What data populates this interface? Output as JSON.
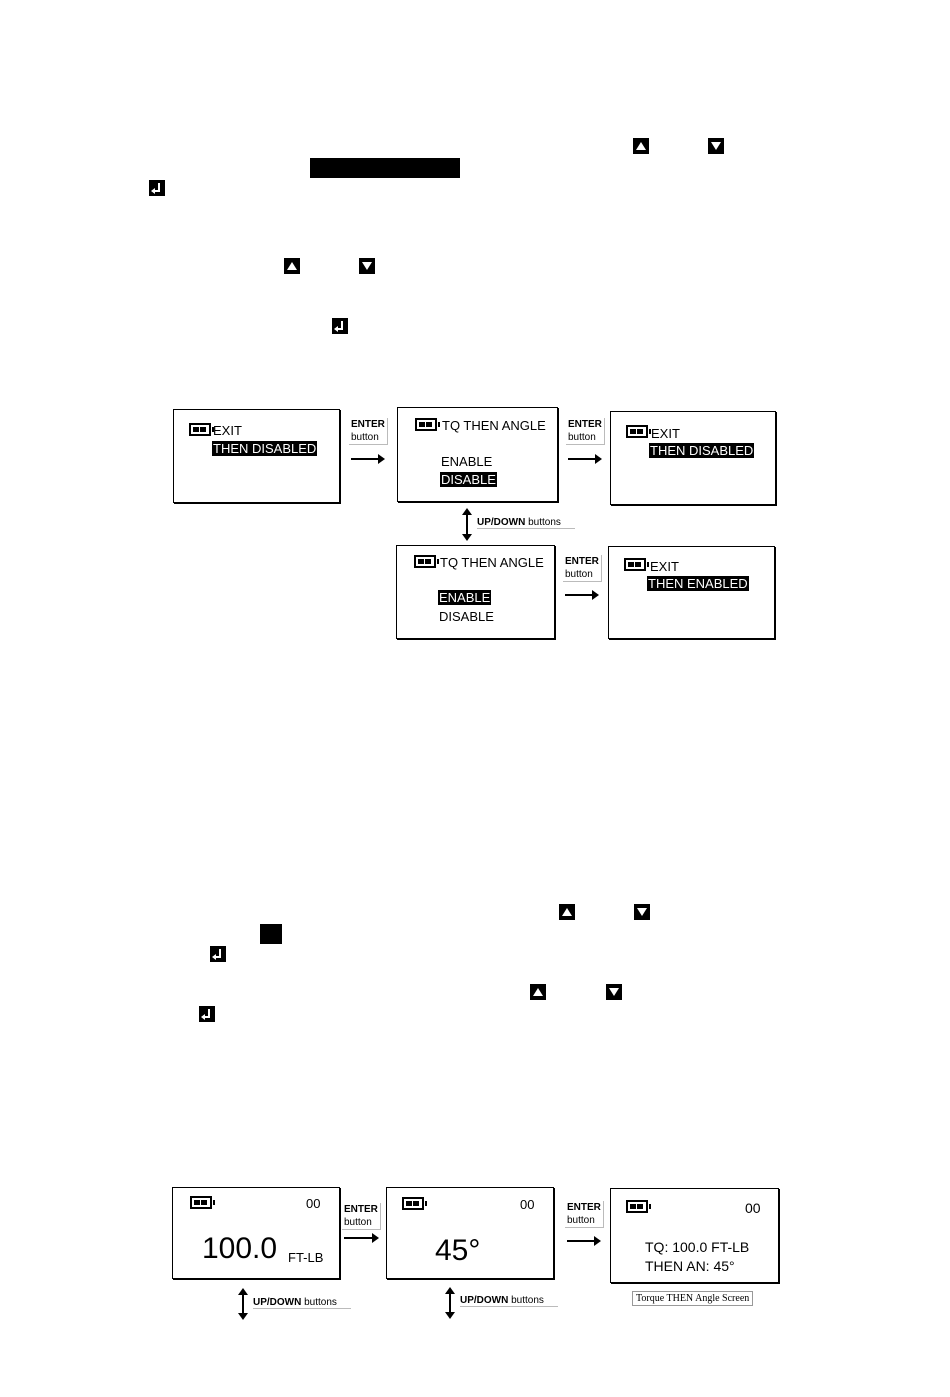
{
  "top_icons": [
    "up-arrow-icon",
    "down-arrow-icon",
    "enter-icon"
  ],
  "flow1": {
    "screen_a": {
      "line1": "EXIT",
      "line2": "THEN DISABLED"
    },
    "screen_b": {
      "title": "TQ THEN ANGLE",
      "opt1": "ENABLE",
      "opt2": "DISABLE"
    },
    "screen_c": {
      "line1": "EXIT",
      "line2": "THEN DISABLED"
    },
    "screen_d": {
      "title": "TQ THEN ANGLE",
      "opt1": "ENABLE",
      "opt2": "DISABLE"
    },
    "screen_e": {
      "line1": "EXIT",
      "line2": "THEN ENABLED"
    },
    "enter_label_top": "ENTER",
    "enter_label_bottom": "button",
    "updown_bold": "UP/DOWN",
    "updown_rest": "buttons"
  },
  "flow2": {
    "screen_a": {
      "counter": "00",
      "value": "100.0",
      "unit": "FT-LB"
    },
    "screen_b": {
      "counter": "00",
      "value": "45°"
    },
    "screen_c": {
      "counter": "00",
      "line1": "TQ: 100.0 FT-LB",
      "line2": "THEN AN: 45°"
    },
    "enter_label_top": "ENTER",
    "enter_label_bottom": "button",
    "updown_bold": "UP/DOWN",
    "updown_rest": "buttons",
    "caption": "Torque THEN Angle Screen"
  }
}
